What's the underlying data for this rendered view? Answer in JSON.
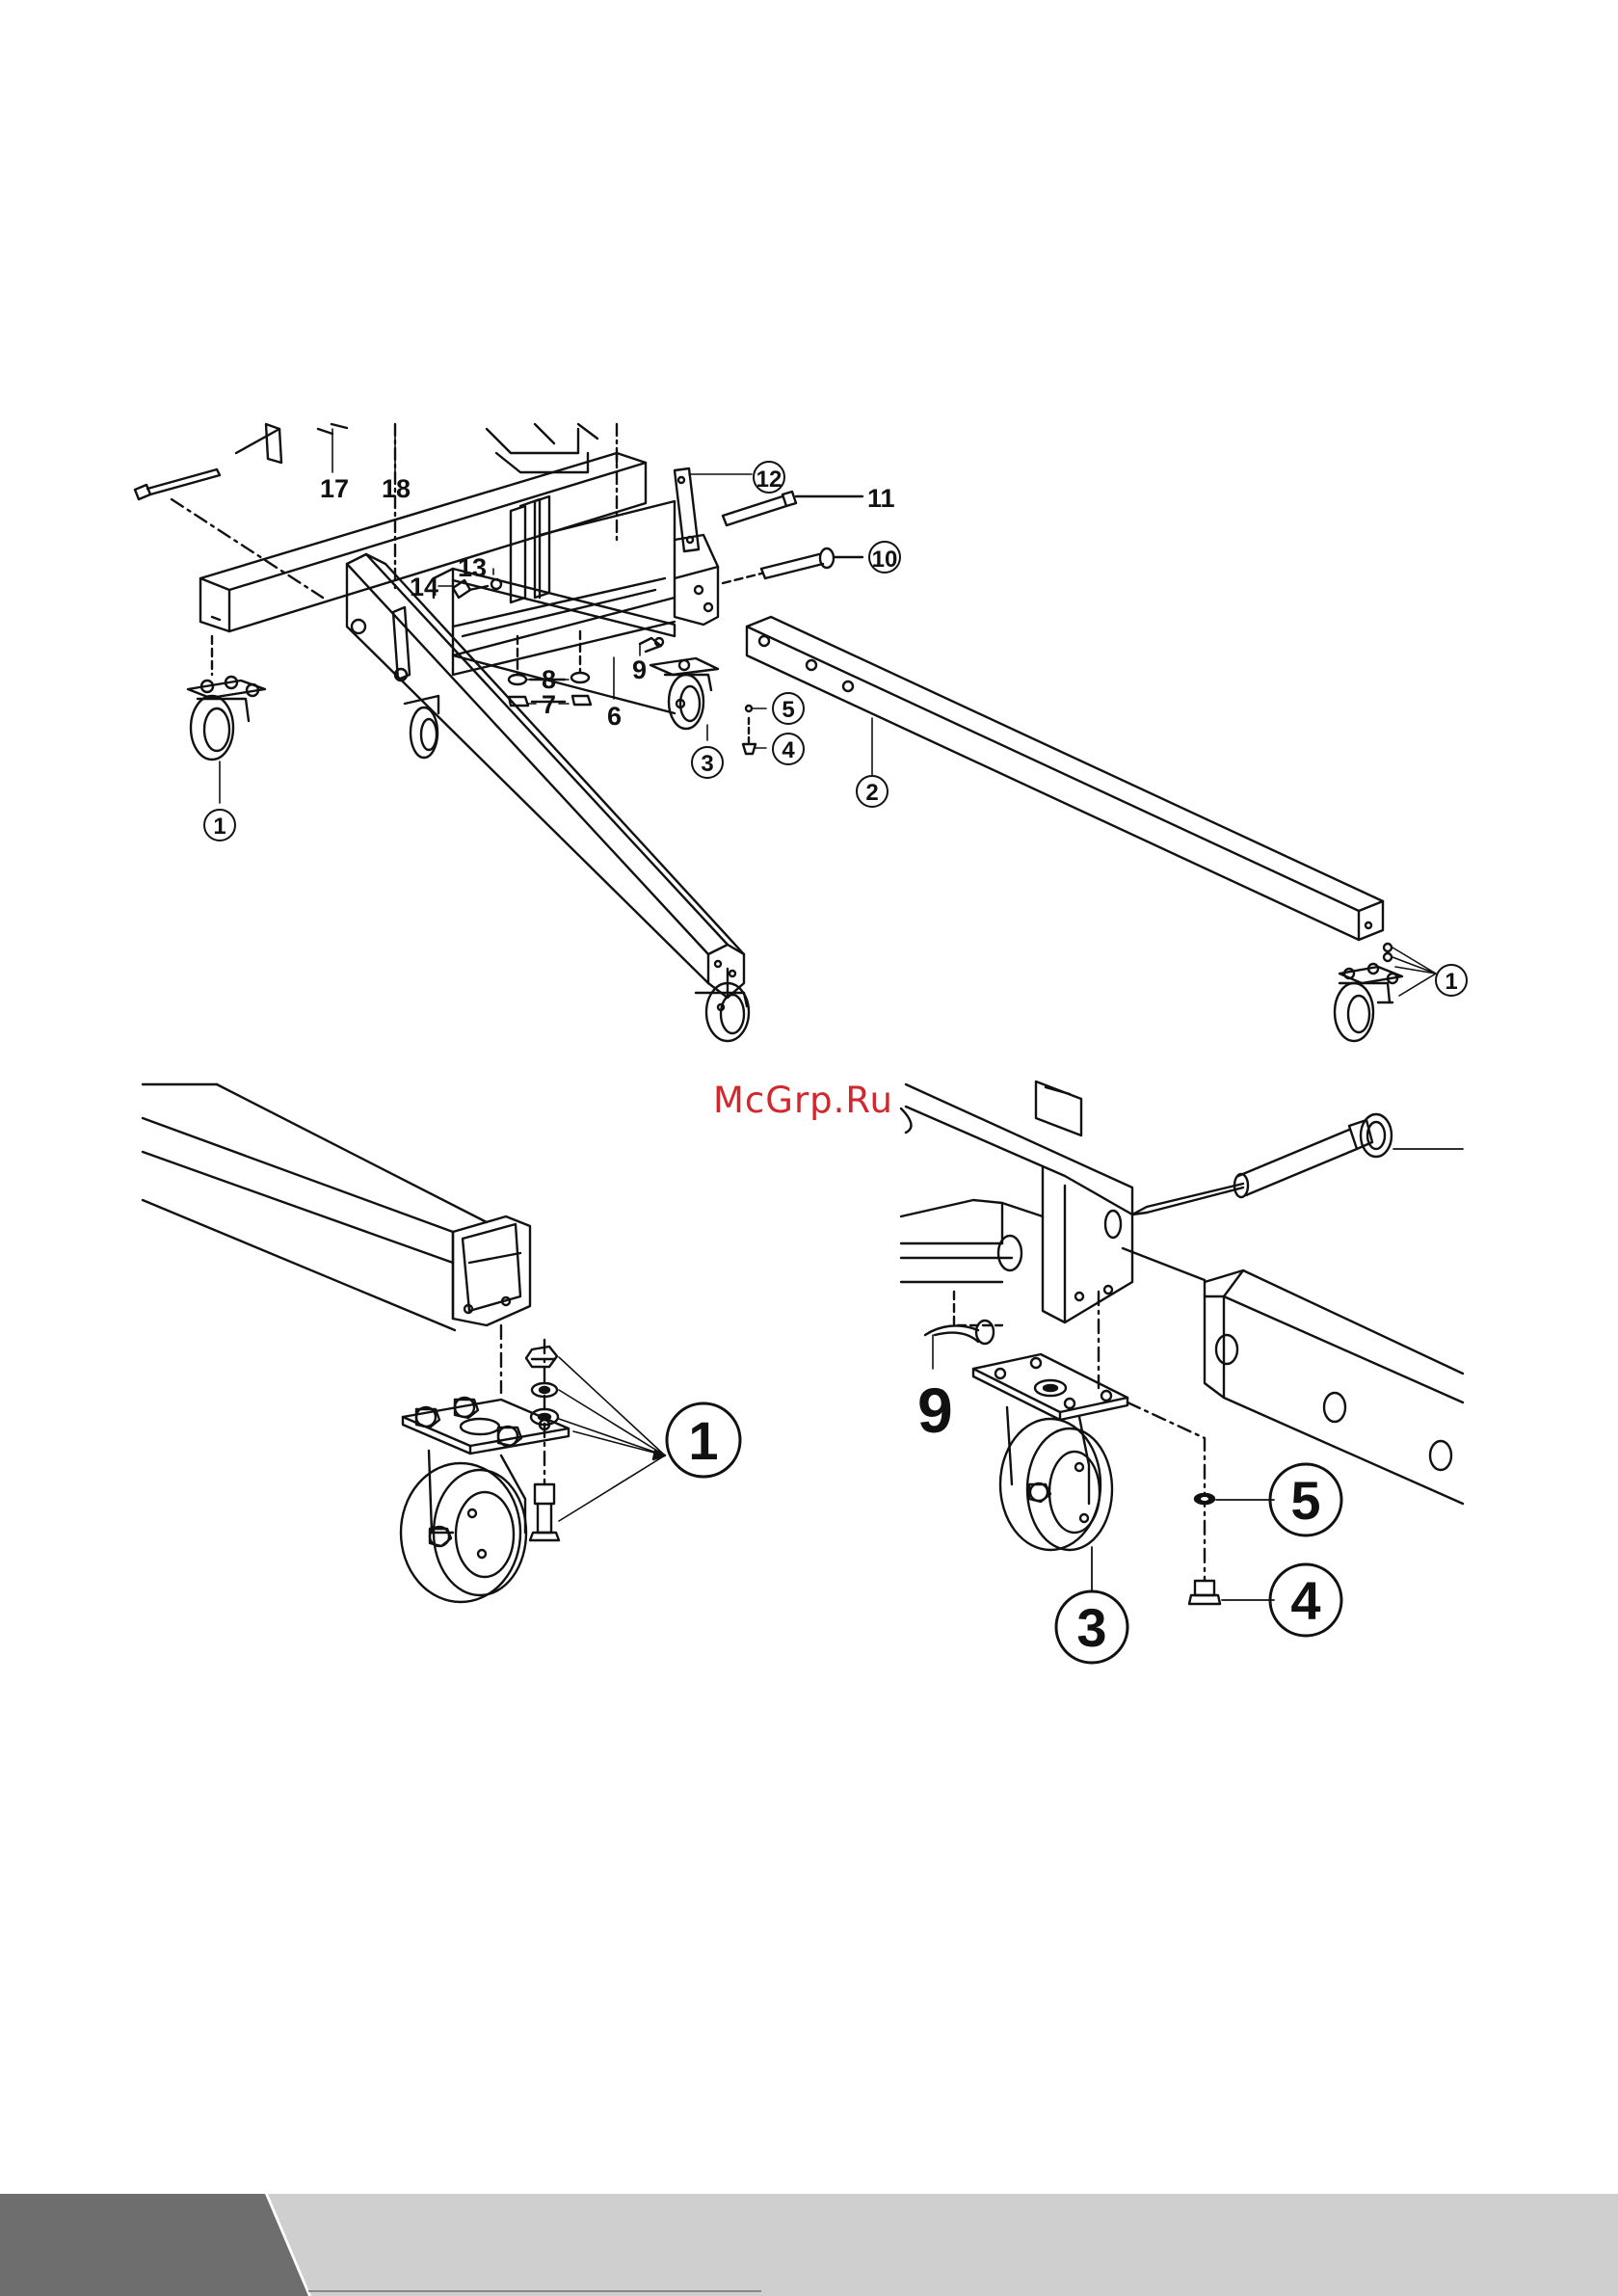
{
  "watermark": "McGrp.Ru",
  "top_view": {
    "callouts": [
      {
        "id": "c17",
        "text": "17",
        "circled": false
      },
      {
        "id": "c18",
        "text": "18",
        "circled": false
      },
      {
        "id": "c12",
        "text": "12",
        "circled": true
      },
      {
        "id": "c11",
        "text": "11",
        "circled": false
      },
      {
        "id": "c10",
        "text": "10",
        "circled": true
      },
      {
        "id": "c14",
        "text": "14",
        "circled": false
      },
      {
        "id": "c13",
        "text": "13",
        "circled": false
      },
      {
        "id": "c9",
        "text": "9",
        "circled": false
      },
      {
        "id": "c8",
        "text": "8",
        "circled": false
      },
      {
        "id": "c7",
        "text": "7",
        "circled": false
      },
      {
        "id": "c6",
        "text": "6",
        "circled": false
      },
      {
        "id": "c5",
        "text": "5",
        "circled": true
      },
      {
        "id": "c4",
        "text": "4",
        "circled": true
      },
      {
        "id": "c3",
        "text": "3",
        "circled": true
      },
      {
        "id": "c2",
        "text": "2",
        "circled": true
      },
      {
        "id": "c1a",
        "text": "1",
        "circled": true
      },
      {
        "id": "c1b",
        "text": "1",
        "circled": true
      }
    ]
  },
  "detail_left": {
    "callout": "1"
  },
  "detail_right": {
    "callouts": {
      "nine": "9",
      "five": "5",
      "four": "4",
      "three": "3"
    }
  }
}
